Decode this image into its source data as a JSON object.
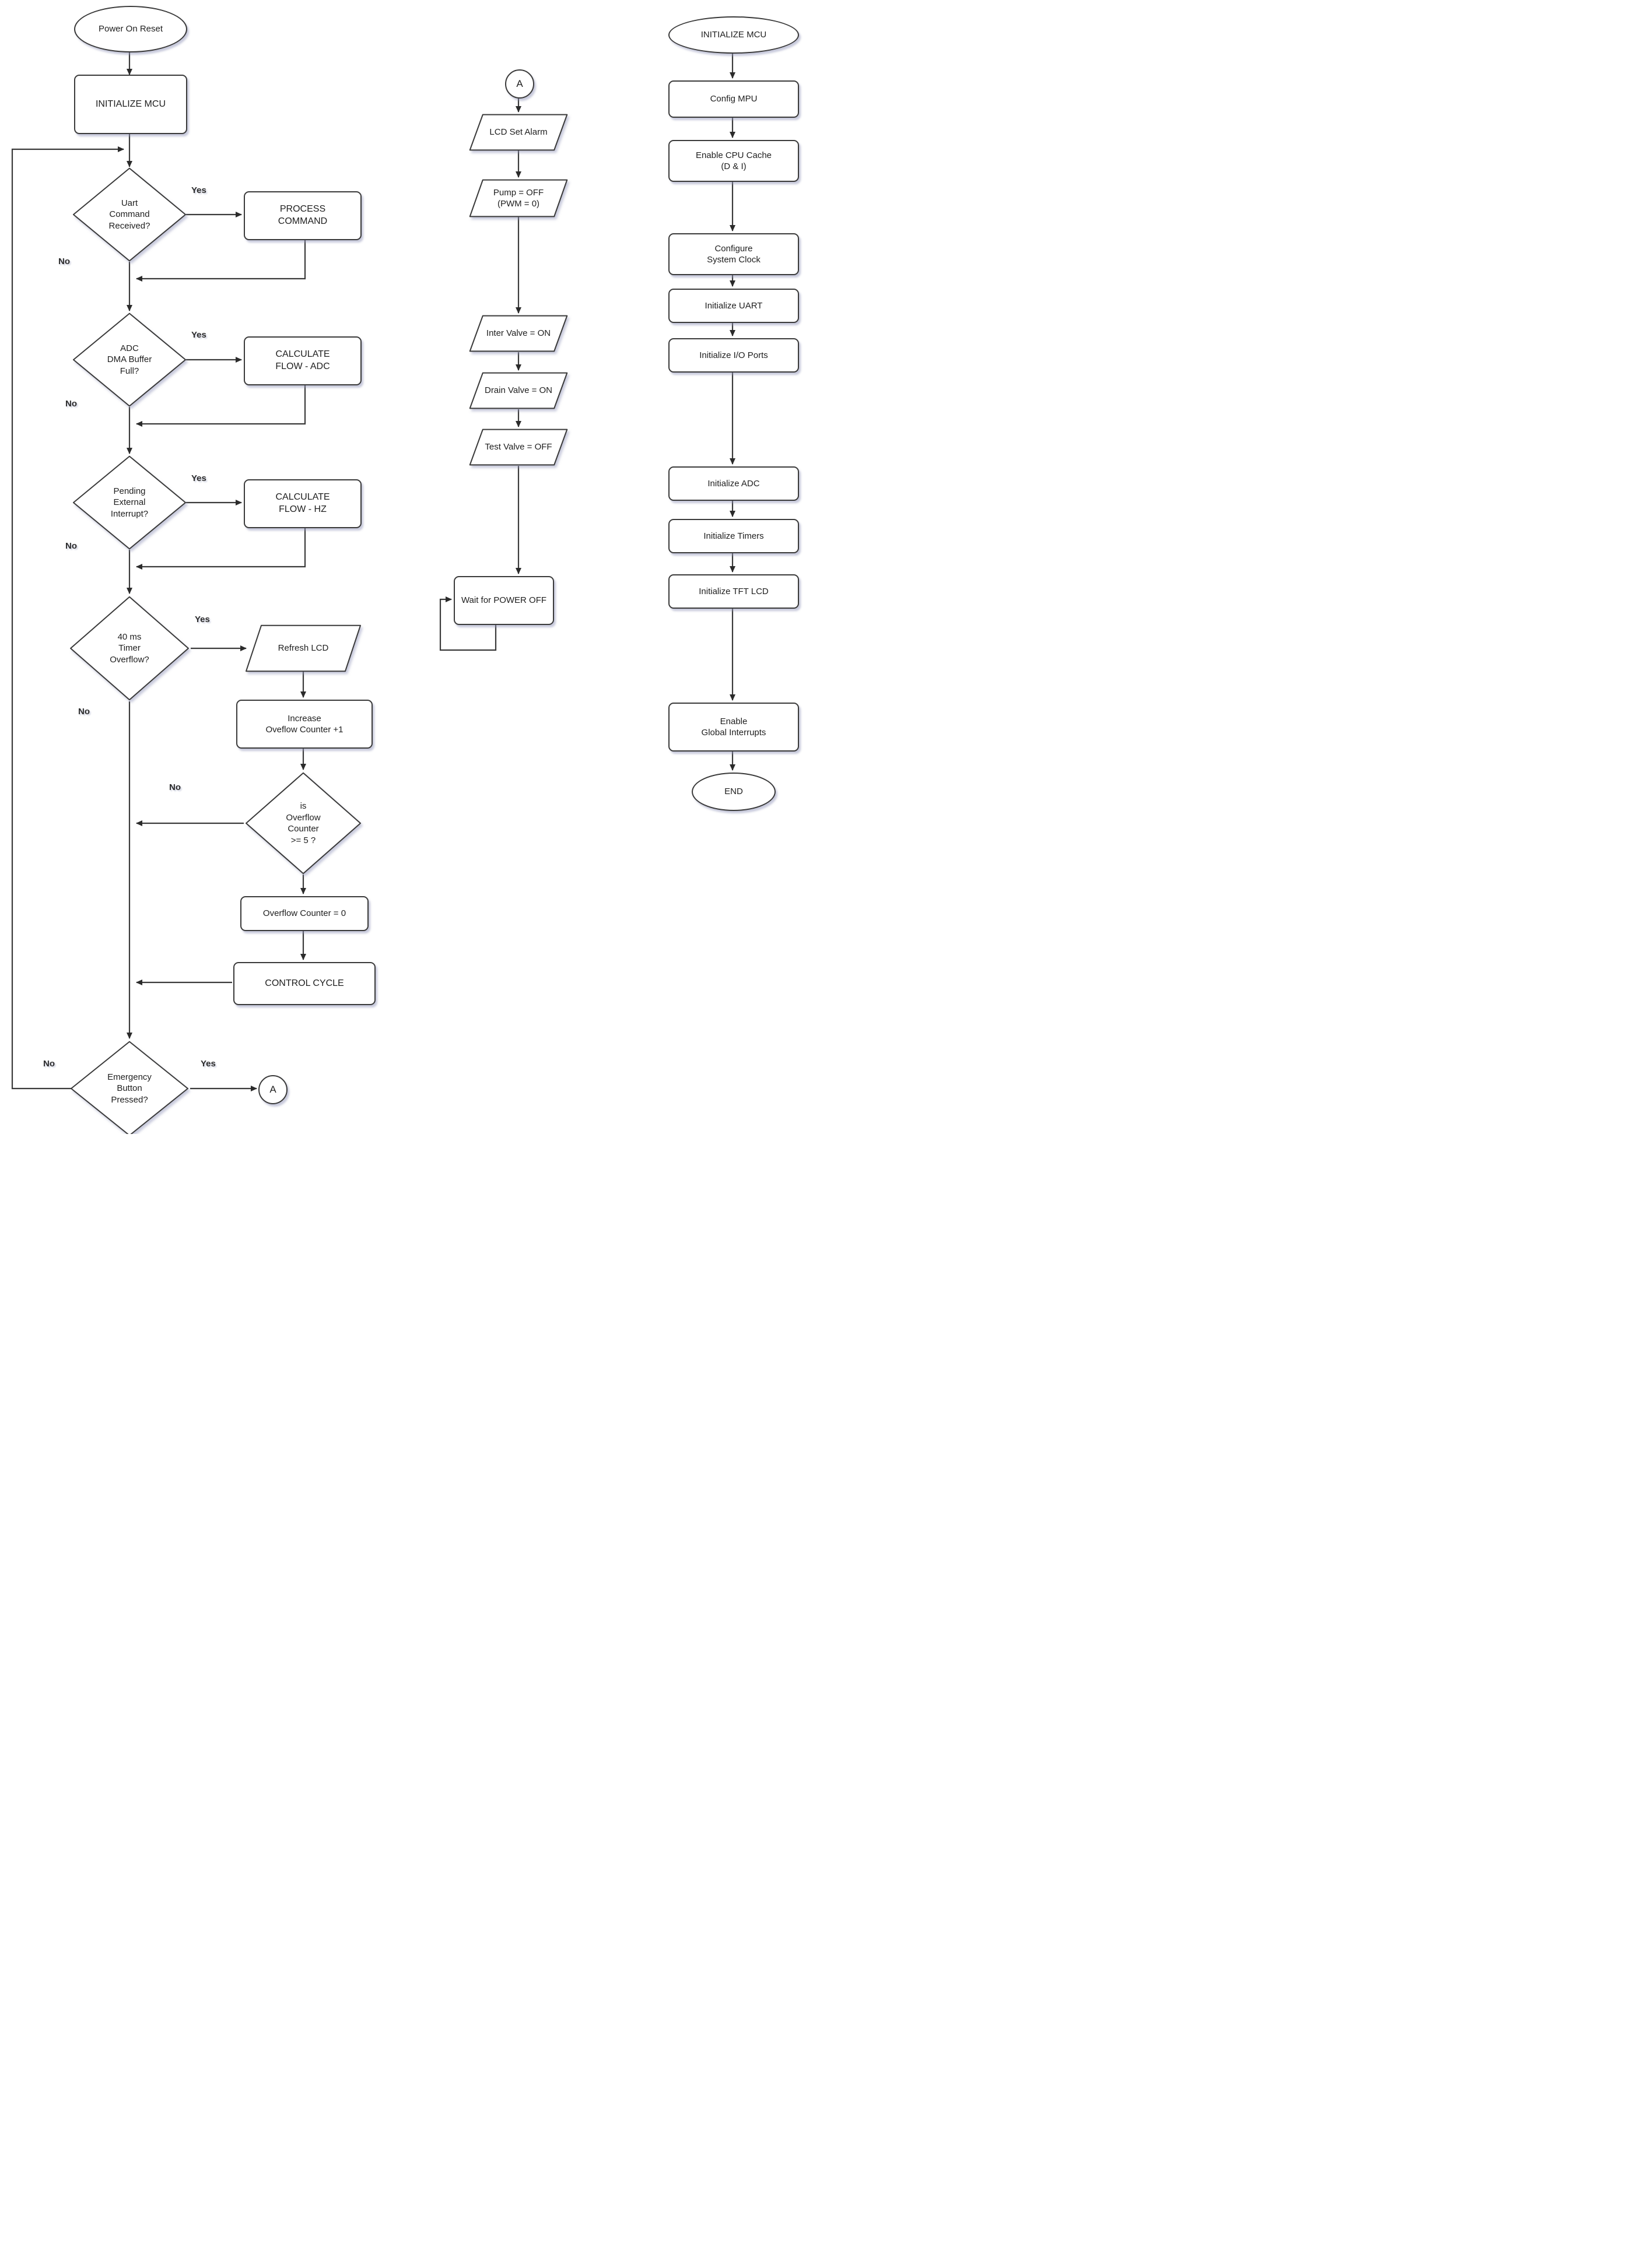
{
  "diagram": {
    "colors": {
      "stroke": "#3a3a3a",
      "fill": "#ffffff",
      "shadow": "rgba(145,150,185,0.5)"
    },
    "labels": {
      "yes": "Yes",
      "no": "No"
    },
    "left": {
      "start": "Power On Reset",
      "init": "INITIALIZE MCU",
      "d_uart": "Uart\nCommand\nReceived?",
      "process_command": "PROCESS\nCOMMAND",
      "d_adc": "ADC\nDMA Buffer\nFull?",
      "calc_adc": "CALCULATE\nFLOW - ADC",
      "d_ext": "Pending\nExternal\nInterrupt?",
      "calc_hz": "CALCULATE\nFLOW - HZ",
      "d_timer": "40 ms\nTimer\nOverflow?",
      "refresh_lcd": "Refresh LCD",
      "increase": "Increase\nOveflow Counter +1",
      "d_overflow": "is\nOverflow\nCounter\n>= 5 ?",
      "reset_counter": "Overflow Counter = 0",
      "control_cycle": "CONTROL CYCLE",
      "d_emergency": "Emergency\nButton\nPressed?",
      "connector_a": "A"
    },
    "middle": {
      "connector_a": "A",
      "steps": [
        "LCD Set Alarm",
        "Pump = OFF\n(PWM = 0)",
        "Inter Valve = ON",
        "Drain Valve = ON",
        "Test Valve = OFF"
      ],
      "wait": "Wait for POWER OFF"
    },
    "right": {
      "start": "INITIALIZE MCU",
      "steps": [
        "Config MPU",
        "Enable CPU Cache\n(D & I)",
        "Configure\nSystem Clock",
        "Initialize UART",
        "Initialize I/O Ports",
        "Initialize ADC",
        "Initialize Timers",
        "Initialize TFT LCD",
        "Enable\nGlobal Interrupts"
      ],
      "end": "END"
    }
  }
}
